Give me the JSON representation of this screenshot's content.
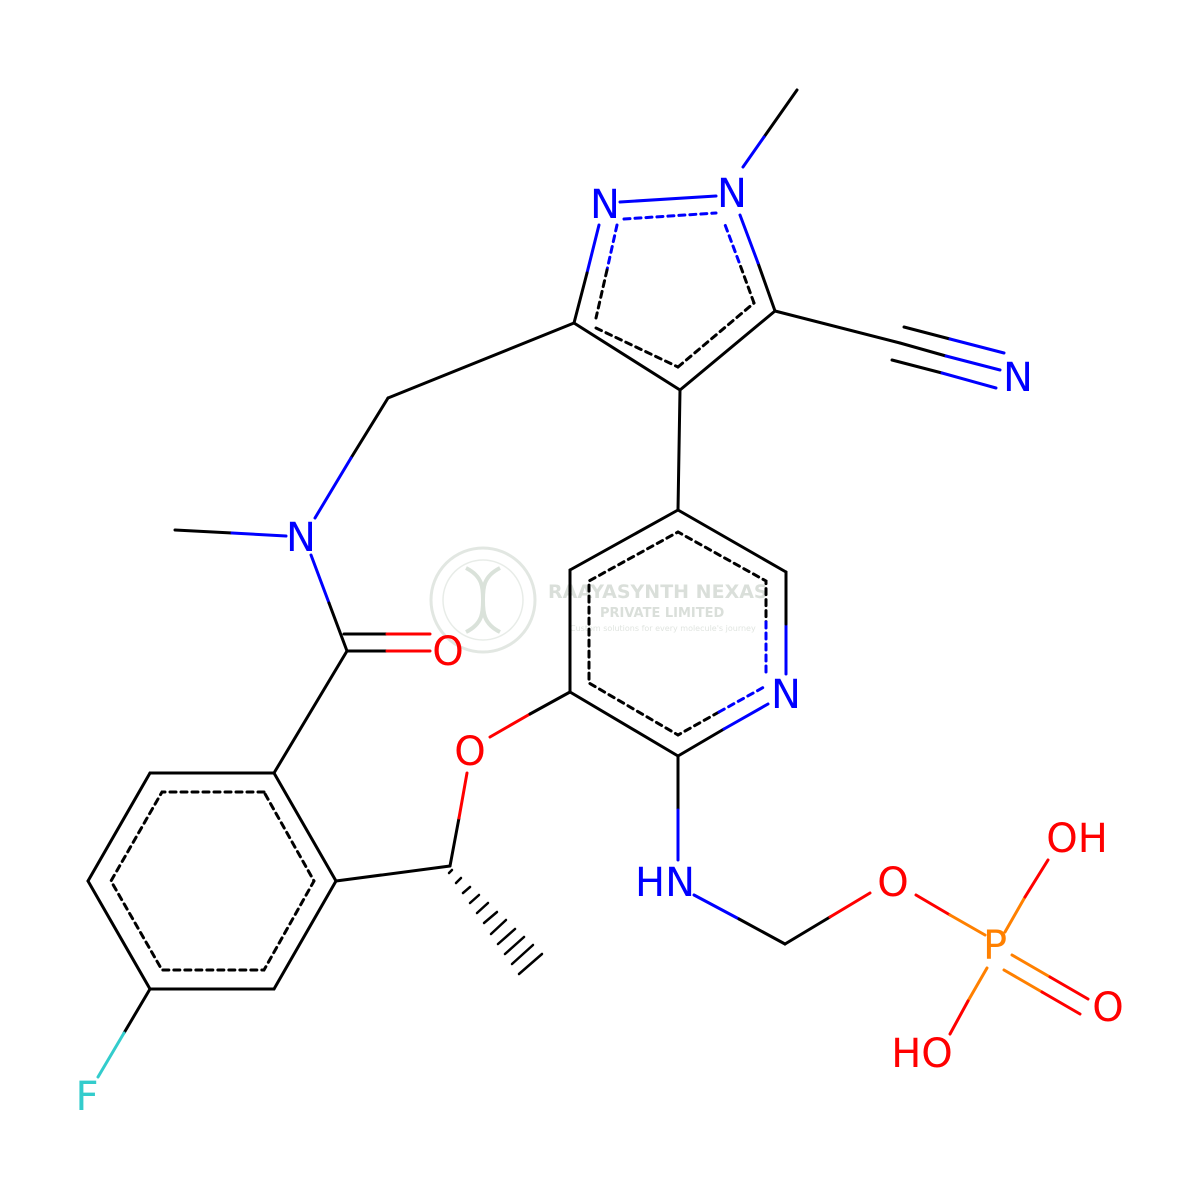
{
  "molecule": {
    "atoms": {
      "N_pyrazole_2": "N",
      "N_pyrazole_1": "N",
      "N_nitrile": "N",
      "N_amide": "N",
      "O_carbonyl": "O",
      "N_pyridine": "N",
      "O_ether": "O",
      "NH_amine": "HN",
      "O_linker": "O",
      "P_phosphate": "P",
      "OH_phosphate_top": "OH",
      "O_phosphate_double": "O",
      "OH_phosphate_bottom": "HO",
      "F_aryl": "F"
    },
    "colors": {
      "bond": "#000000",
      "nitrogen": "#0000ff",
      "oxygen": "#ff0000",
      "phosphorus": "#ff8000",
      "fluorine": "#33cccc"
    }
  },
  "watermark": {
    "company": "RAAYASYNTH NEXAS",
    "subtitle": "PRIVATE LIMITED",
    "tagline": "Custom solutions for every molecule's journey"
  }
}
